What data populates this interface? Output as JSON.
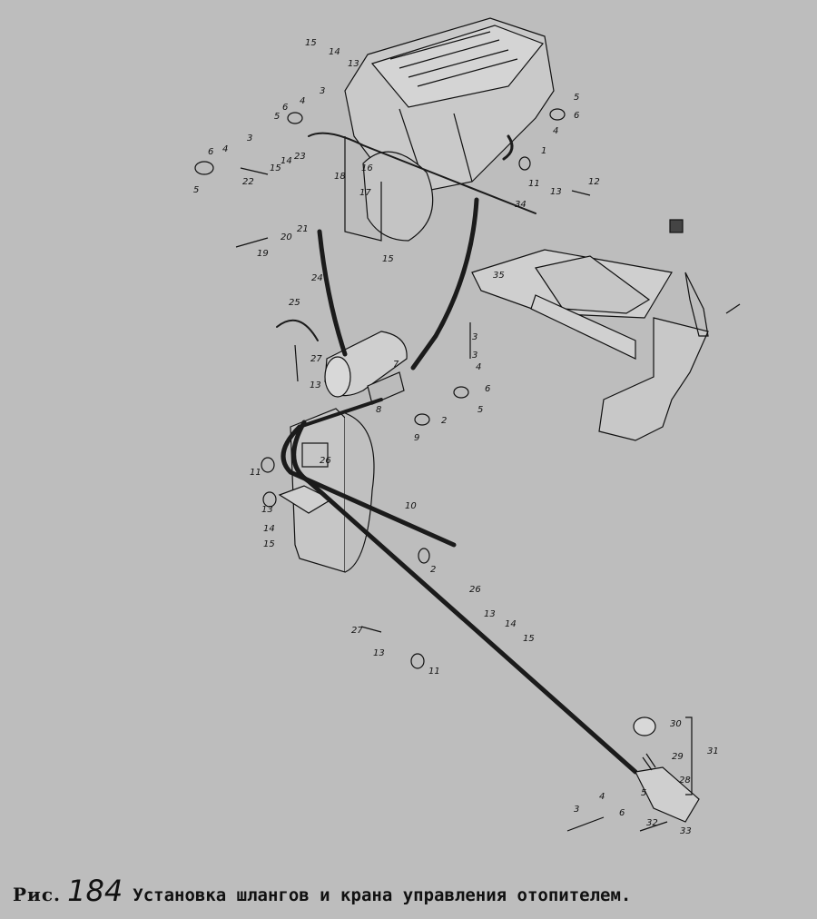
{
  "figure": {
    "prefix": "Рис.",
    "number": "184",
    "title": "Установка шлангов и крана управления отопителем."
  },
  "callouts": [
    "1",
    "2",
    "2",
    "3",
    "3",
    "3",
    "3",
    "3",
    "4",
    "4",
    "4",
    "4",
    "4",
    "5",
    "5",
    "5",
    "5",
    "5",
    "6",
    "6",
    "6",
    "6",
    "6",
    "7",
    "8",
    "9",
    "10",
    "11",
    "11",
    "11",
    "12",
    "13",
    "13",
    "13",
    "13",
    "13",
    "13",
    "14",
    "14",
    "14",
    "14",
    "15",
    "15",
    "15",
    "15",
    "15",
    "16",
    "17",
    "18",
    "19",
    "20",
    "21",
    "22",
    "23",
    "24",
    "25",
    "26",
    "26",
    "27",
    "27",
    "28",
    "29",
    "30",
    "31",
    "32",
    "33",
    "34",
    "35"
  ],
  "colors": {
    "background": "#bdbdbd",
    "ink": "#111111"
  }
}
